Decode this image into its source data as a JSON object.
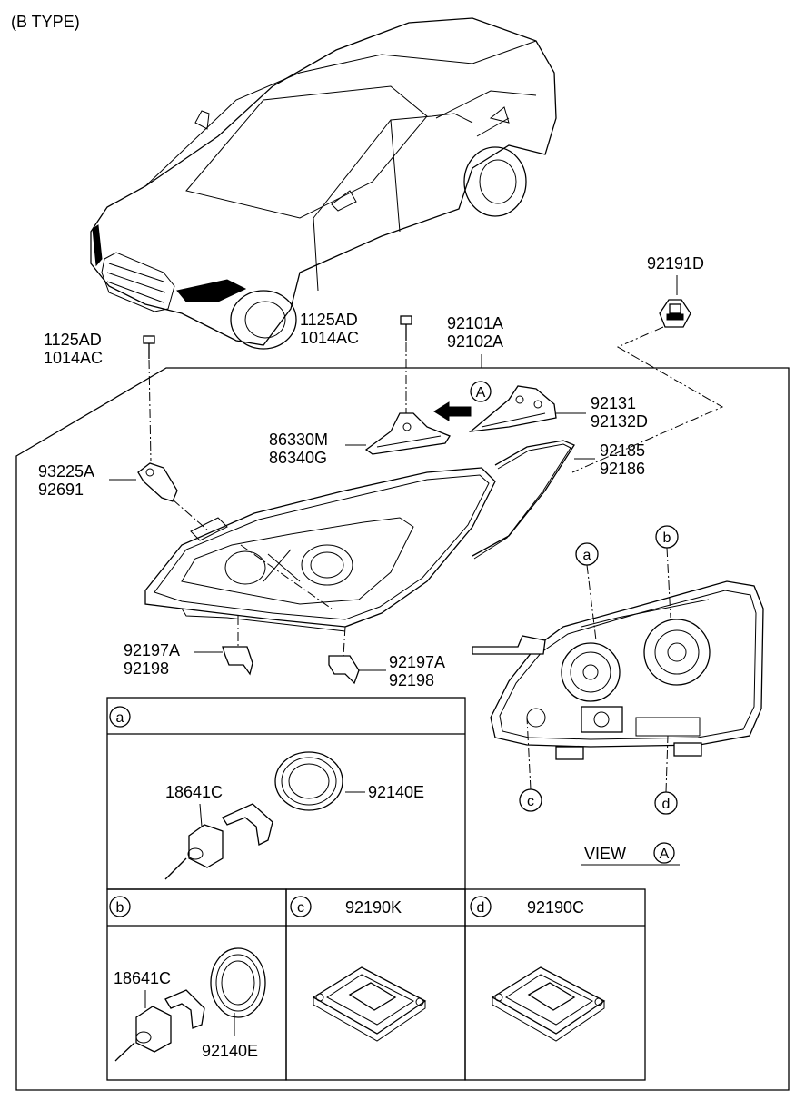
{
  "header": {
    "type_label": "(B TYPE)"
  },
  "parts": {
    "bolt_left": [
      "1125AD",
      "1014AC"
    ],
    "bolt_center": [
      "1125AD",
      "1014AC"
    ],
    "headlamp_assy": [
      "92101A",
      "92102A"
    ],
    "bracket_top_right": "92191D",
    "bracket_cover": [
      "92131",
      "92132D"
    ],
    "cover_center": [
      "86330M",
      "86340G"
    ],
    "seal_strip": [
      "92185",
      "92186"
    ],
    "bracket_left": [
      "93225A",
      "92691"
    ],
    "clip_left": [
      "92197A",
      "92198"
    ],
    "clip_right": [
      "92197A",
      "92198"
    ]
  },
  "view": {
    "label": "VIEW",
    "marker": "A",
    "callouts": [
      "a",
      "b",
      "c",
      "d"
    ]
  },
  "panels": {
    "a": {
      "letter": "a",
      "bulb": "18641C",
      "cover": "92140E"
    },
    "b": {
      "letter": "b",
      "bulb": "18641C",
      "cover": "92140E"
    },
    "c": {
      "letter": "c",
      "part": "92190K"
    },
    "d": {
      "letter": "d",
      "part": "92190C"
    }
  }
}
